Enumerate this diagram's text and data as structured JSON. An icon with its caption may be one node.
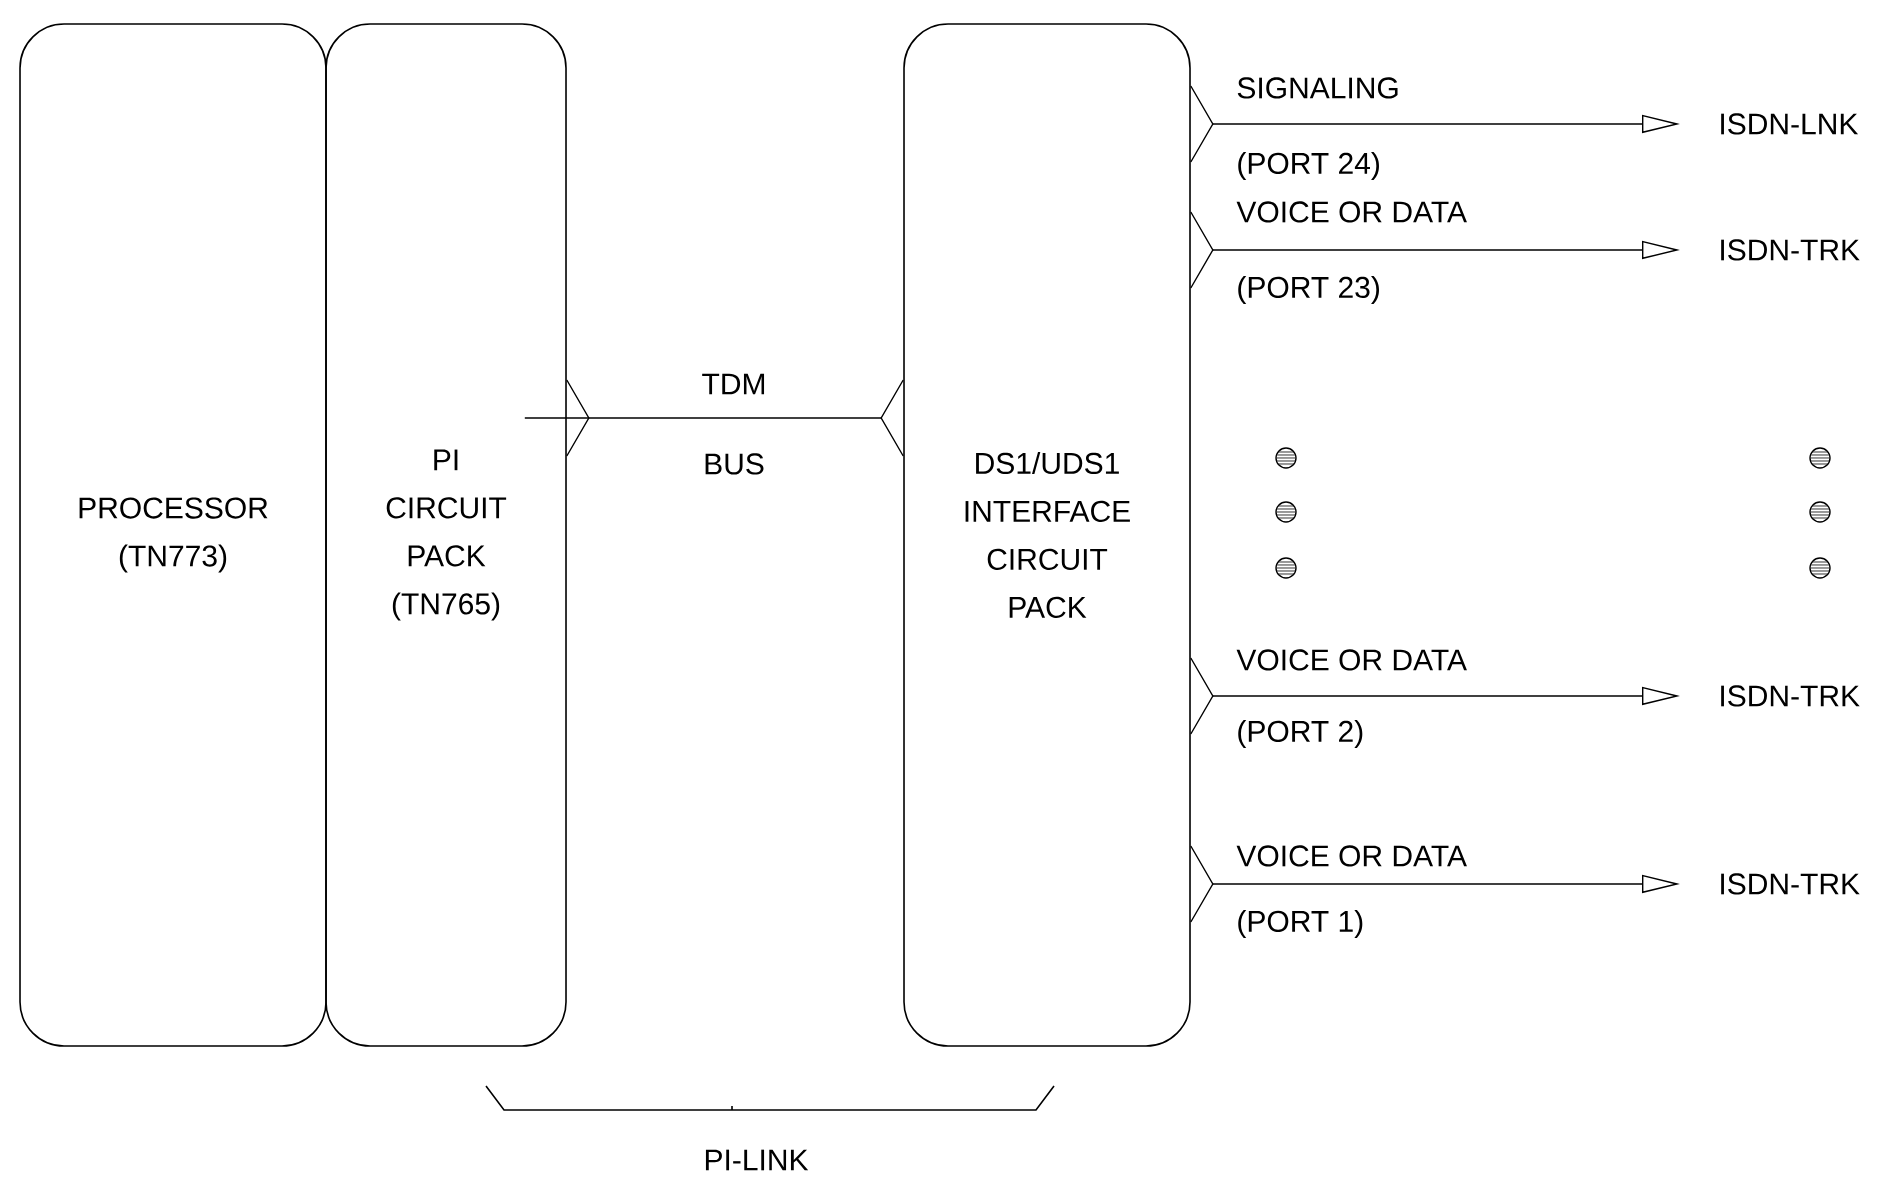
{
  "diagram": {
    "nodes": [
      {
        "text": [
          "PROCESSOR (TN773)"
        ]
      },
      {
        "text": [
          "PI CIRCUIT PACK (TN765)"
        ]
      },
      {
        "text": [
          "DS1/UDS1 INTERFACE CIRCUIT PACK"
        ]
      },
      {
        "text": [
          "ISDN-LNK"
        ]
      },
      {
        "text": [
          "ISDN-TRK"
        ]
      },
      {
        "text": [
          "ISDN-TRK"
        ]
      },
      {
        "text": [
          "ISDN-TRK"
        ]
      }
    ],
    "edges": [
      {
        "from": 1,
        "to": 2,
        "arrow": "other",
        "label": "TDM"
      },
      {
        "from": 2,
        "to": 3,
        "arrow": "to",
        "label": "SIGNALING"
      },
      {
        "from": 2,
        "to": 4,
        "arrow": "to",
        "label": "VOICE OR DATA"
      },
      {
        "from": 2,
        "to": 5,
        "arrow": "to",
        "label": "VOICE OR DATA"
      },
      {
        "from": 2,
        "to": 6,
        "arrow": "to",
        "label": "VOICE OR DATA"
      }
    ],
    "labels": [
      "BUS",
      "(PORT 24)",
      "(PORT 23)",
      "(PORT 2)",
      "(PORT 1)",
      "PI-LINK"
    ]
  }
}
